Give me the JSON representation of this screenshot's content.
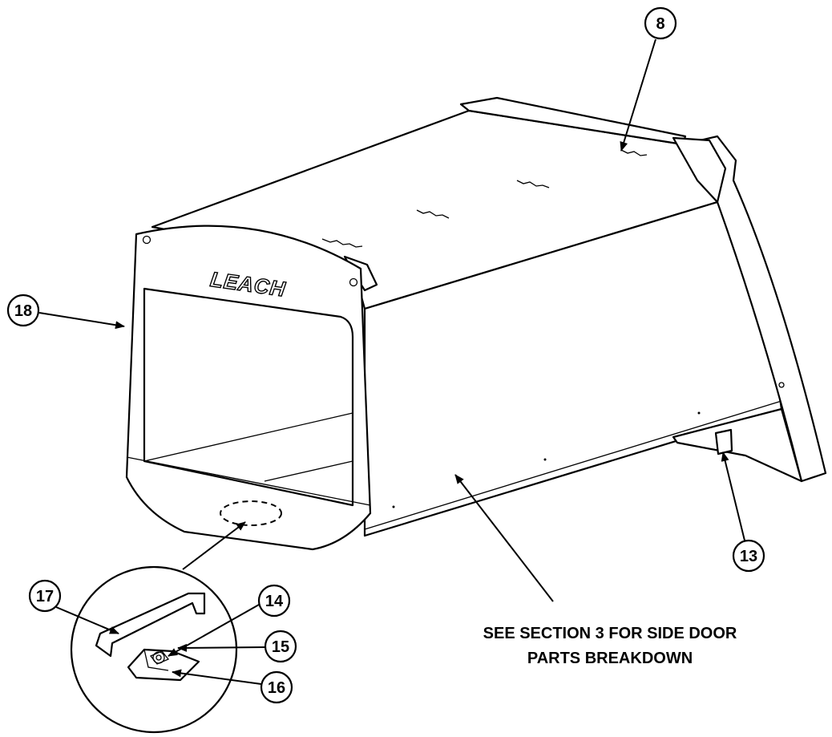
{
  "diagram": {
    "logo_text": "LEACH",
    "callouts": {
      "c8": "8",
      "c13": "13",
      "c14": "14",
      "c15": "15",
      "c16": "16",
      "c17": "17",
      "c18": "18"
    },
    "note": {
      "line1": "SEE SECTION 3 FOR SIDE DOOR",
      "line2": "PARTS BREAKDOWN"
    }
  }
}
